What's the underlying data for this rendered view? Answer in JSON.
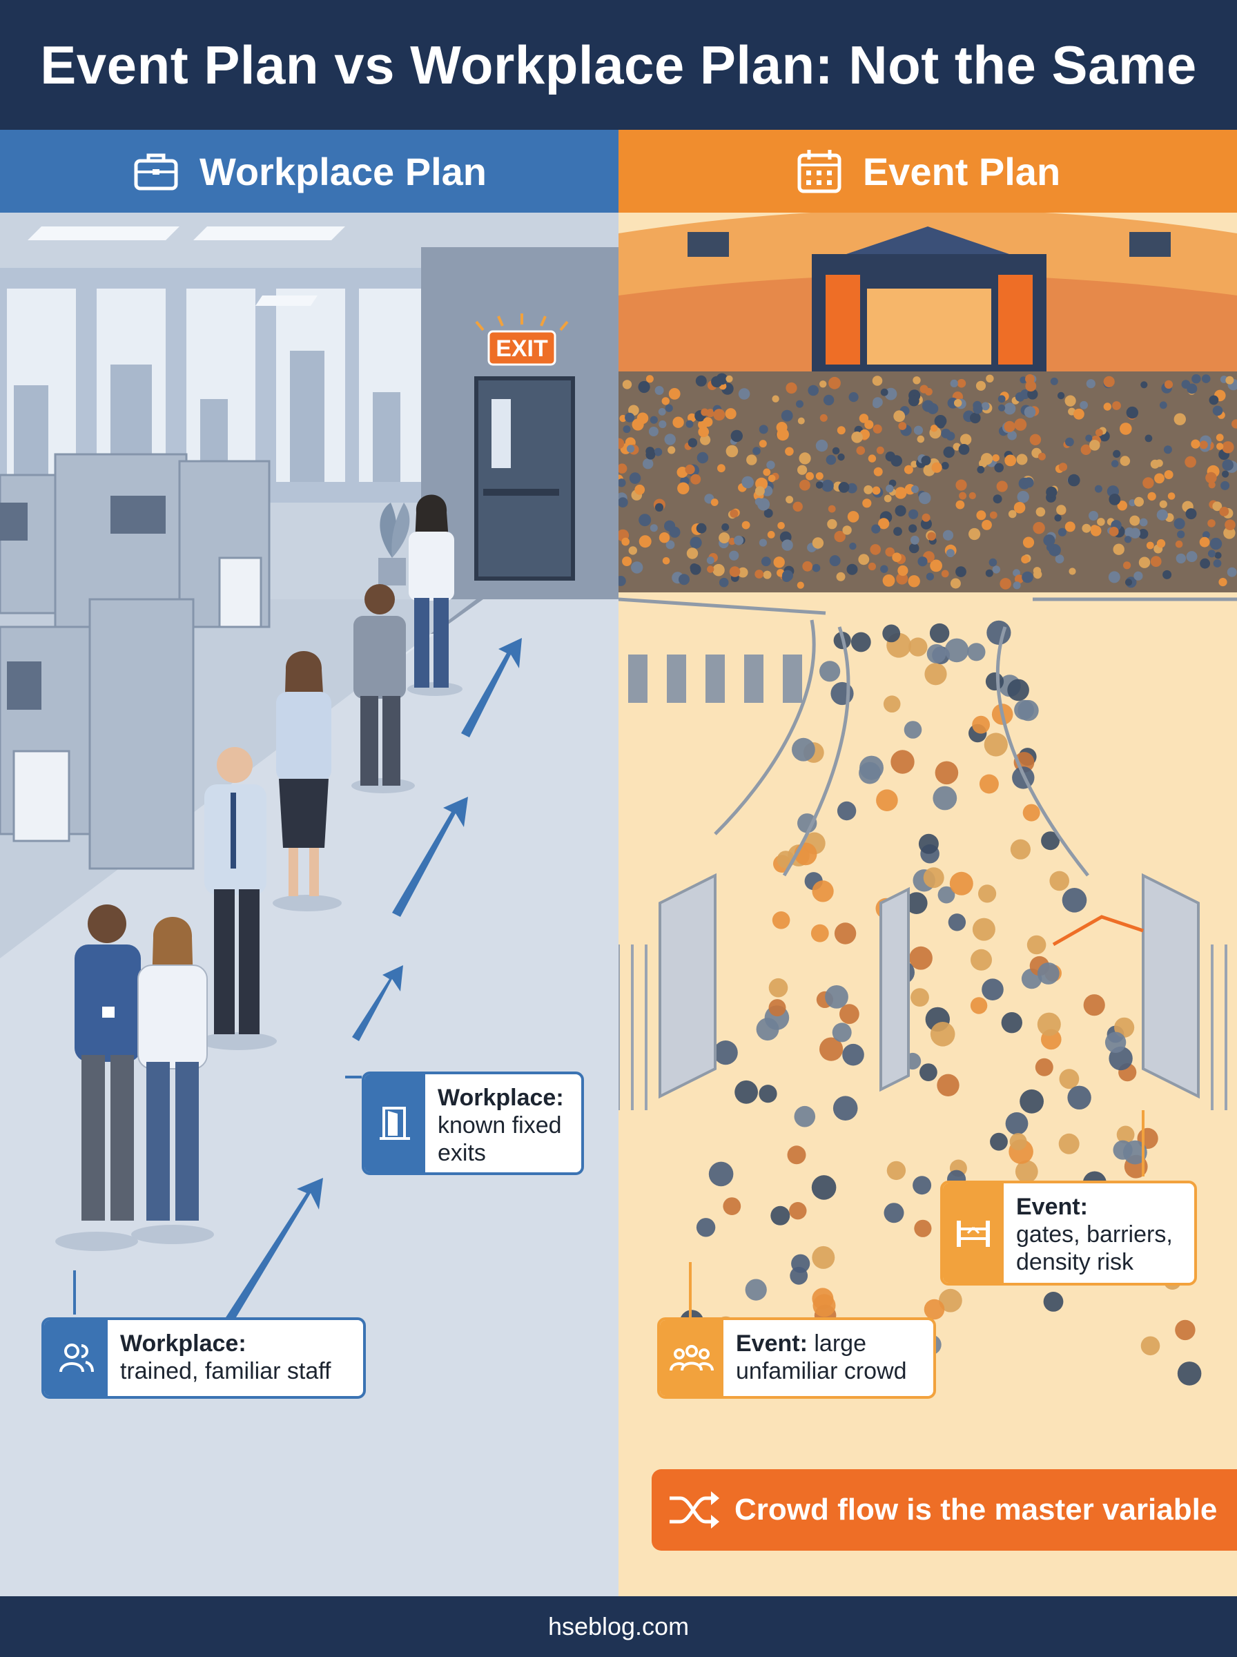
{
  "title": "Event Plan vs Workplace Plan: Not the Same",
  "left_panel": {
    "header": "Workplace Plan",
    "header_icon": "briefcase-icon",
    "exit_sign": "EXIT",
    "callouts": [
      {
        "bold": "Workplace:",
        "text": "known fixed",
        "text2": "exits",
        "icon": "door-icon"
      },
      {
        "bold": "Workplace:",
        "text": "trained, familiar staff",
        "icon": "people-icon"
      }
    ]
  },
  "right_panel": {
    "header": "Event Plan",
    "header_icon": "calendar-icon",
    "callouts": [
      {
        "bold": "Event:",
        "text": "gates, barriers,",
        "text2": "density risk",
        "icon": "barrier-icon"
      },
      {
        "bold": "Event:",
        "text": " large",
        "text2": "unfamiliar crowd",
        "icon": "crowd-icon"
      }
    ],
    "banner": "Crowd flow is the master variable",
    "banner_icon": "shuffle-icon"
  },
  "footer": "hseblog.com",
  "colors": {
    "navy": "#1f3354",
    "blue": "#3b73b3",
    "orange": "#f08d2e",
    "banner_orange": "#ee6e26",
    "left_bg": "#dfe6ef",
    "right_bg": "#fbe3b8"
  }
}
